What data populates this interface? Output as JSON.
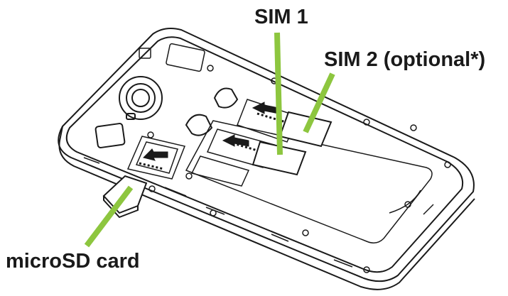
{
  "labels": {
    "sim1": "SIM 1",
    "sim2": "SIM 2 (optional*)",
    "microsd": "microSD card"
  },
  "colors": {
    "leader_line": "#8dc63f",
    "outline": "#1a1a1a",
    "background": "#ffffff",
    "card_fill": "#ffffff",
    "arrow_fill": "#1a1a1a"
  },
  "icons": [
    "arrow-icon",
    "camera-icon",
    "screw-icon"
  ]
}
